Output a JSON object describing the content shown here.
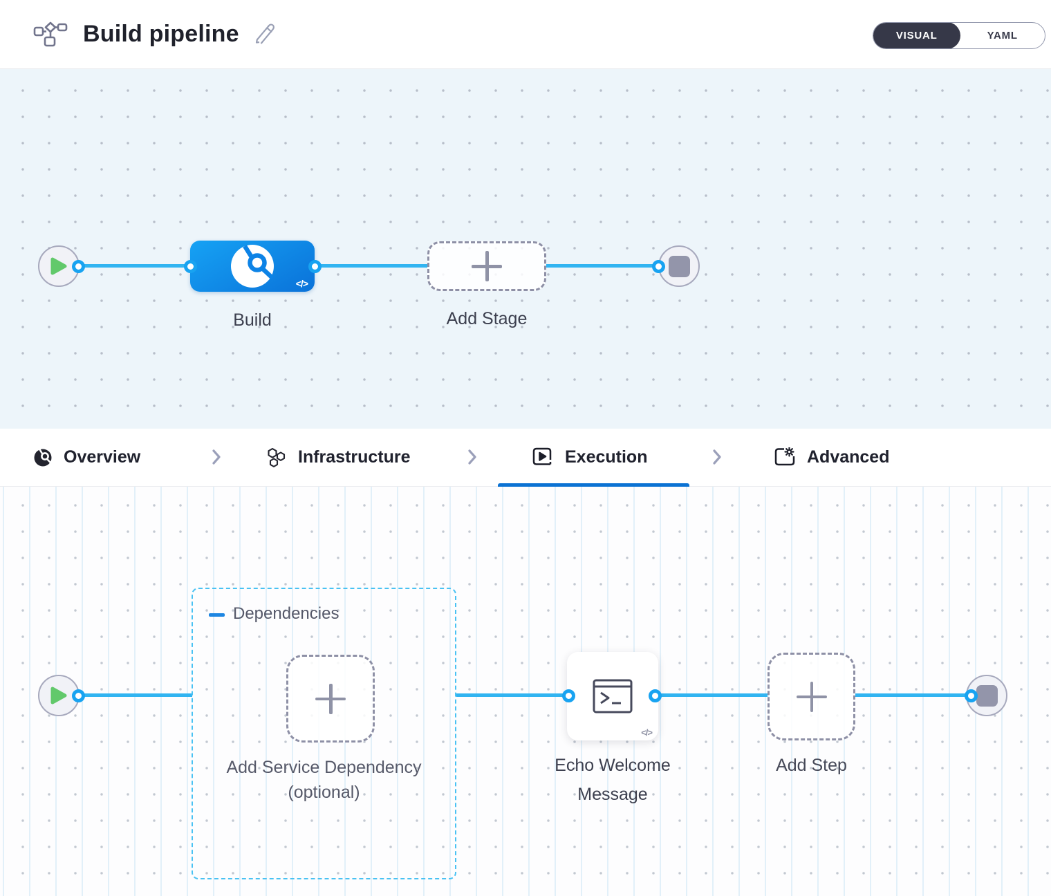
{
  "header": {
    "title": "Build pipeline",
    "toggle": {
      "visual_label": "VISUAL",
      "yaml_label": "YAML"
    }
  },
  "stage_canvas": {
    "build_stage_label": "Build",
    "add_stage_label": "Add Stage"
  },
  "tabs": {
    "items": [
      {
        "label": "Overview",
        "icon": "ci-overview-icon",
        "active": false
      },
      {
        "label": "Infrastructure",
        "icon": "hexagons-icon",
        "active": false
      },
      {
        "label": "Execution",
        "icon": "play-window-icon",
        "active": true
      },
      {
        "label": "Advanced",
        "icon": "gear-window-icon",
        "active": false
      }
    ]
  },
  "execution_canvas": {
    "dependencies_title": "Dependencies",
    "add_service_dependency_label": "Add Service Dependency (optional)",
    "echo_step_label": "Echo Welcome Message",
    "add_step_label": "Add Step"
  },
  "icons": {
    "code_badge": "</>"
  },
  "colors": {
    "edge_blue": "#31b4f1",
    "port_ring_blue": "#18a3f1",
    "stage_node_blue_start": "#16a2f4",
    "stage_node_blue_end": "#0a72d9",
    "active_tab_underline": "#0b72d3",
    "dependencies_border": "#49c2f3",
    "play_green": "#62c96b",
    "stop_square_gray": "#9395aa",
    "toggle_dark": "#363848",
    "canvas_top_bg": "#edf5fa"
  }
}
